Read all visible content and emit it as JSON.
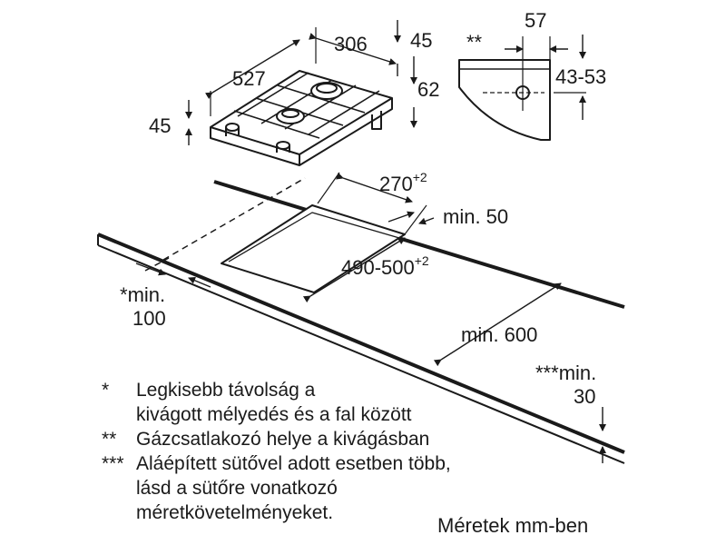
{
  "dimensions": {
    "hob_depth": "527",
    "hob_width": "306",
    "hob_height": "45",
    "burner_height": "45",
    "side_height": "62",
    "connector_offset": "57",
    "connector_range": "43-53",
    "connector_mark": "**",
    "cutout_width": "270",
    "cutout_width_tol": "+2",
    "cutout_depth": "490-500",
    "cutout_depth_tol": "+2",
    "min_back": "min. 50",
    "min_side_mark": "*",
    "min_side_label": "min.",
    "min_side_value": "100",
    "min_depth": "min. 600",
    "min_front_mark": "***",
    "min_front_label": "min.",
    "min_front_value": "30"
  },
  "legend": [
    {
      "mark": "*",
      "lines": [
        "Legkisebb távolság a",
        "kivágott mélyedés és a fal között"
      ]
    },
    {
      "mark": "**",
      "lines": [
        "Gázcsatlakozó helye a kivágásban"
      ]
    },
    {
      "mark": "***",
      "lines": [
        "Aláépített sütővel adott esetben több,",
        "lásd a sütőre vonatkozó",
        "méretkövetelményeket."
      ]
    }
  ],
  "units_note": "Méretek mm-ben"
}
